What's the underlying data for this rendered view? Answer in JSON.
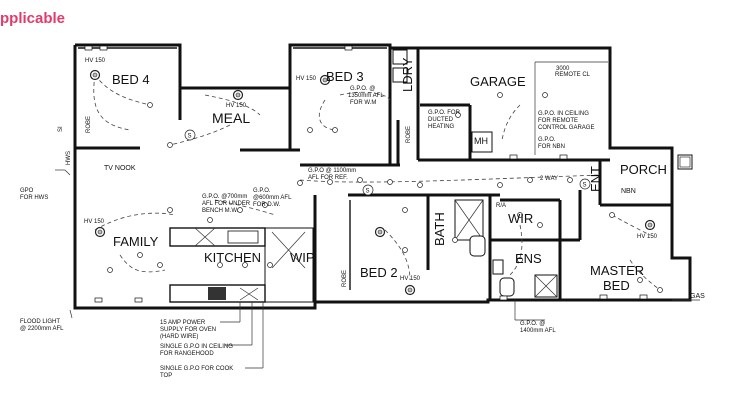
{
  "watermark": "pplicable",
  "rooms": {
    "bed4": "BED 4",
    "meal": "MEAL",
    "bed3": "BED 3",
    "ldry": "LDRY",
    "garage": "GARAGE",
    "porch": "PORCH",
    "ent": "ENT",
    "family": "FAMILY",
    "kitchen": "KITCHEN",
    "wip": "WIP",
    "bed2": "BED 2",
    "bath": "BATH",
    "wir": "WIR",
    "ens": "ENS",
    "master_bed_1": "MASTER",
    "master_bed_2": "BED",
    "robe_bed4": "ROBE",
    "robe_bed3": "ROBE",
    "robe_bed2": "ROBE",
    "tv_nook": "TV NOOK",
    "mh": "MH",
    "ra": "R/A",
    "nbn": "NBN"
  },
  "fixtures": {
    "hv150": "HV 150",
    "gas": "GAS",
    "hws": "HWS",
    "si": "SI",
    "two_way": "2 WAY",
    "remote_cl": "REMOTE CL",
    "garage_width": "3000"
  },
  "notes": {
    "gpo_wm": [
      "G.P.O. @",
      "1350mm AFL",
      "FOR W.M"
    ],
    "gpo_ducted": [
      "G.P.O. FOR",
      "DUCTED",
      "HEATING"
    ],
    "gpo_ceiling_garage": [
      "G.P.O. IN CEILING",
      "FOR REMOTE",
      "CONTROL GARAGE"
    ],
    "gpo_nbn": [
      "G.P.O.",
      "FOR NBN"
    ],
    "gpo_ref": [
      "G.P.O @ 1100mm",
      "AFL FOR REF."
    ],
    "gpo_700": [
      "G.P.O. @700mm",
      "AFL FOR UNDER",
      "BENCH M.W."
    ],
    "gpo_600": [
      "G.P.O.",
      "@600mm AFL",
      "FOR D.W."
    ],
    "gpo_hws": [
      "GPO",
      "FOR HWS"
    ],
    "flood_light": [
      "FLOOD LIGHT",
      "@ 2200mm AFL"
    ],
    "gpo_1400": [
      "G.P.O. @",
      "1400mm AFL"
    ],
    "oven": [
      "15 AMP POWER",
      "SUPPLY FOR OVEN",
      "(HARD WIRE)"
    ],
    "rangehood": [
      "SINGLE G.P.O IN CEILING",
      "FOR RANGEHOOD"
    ],
    "cooktop": [
      "SINGLE G.P.O FOR COOK",
      "TOP"
    ]
  }
}
